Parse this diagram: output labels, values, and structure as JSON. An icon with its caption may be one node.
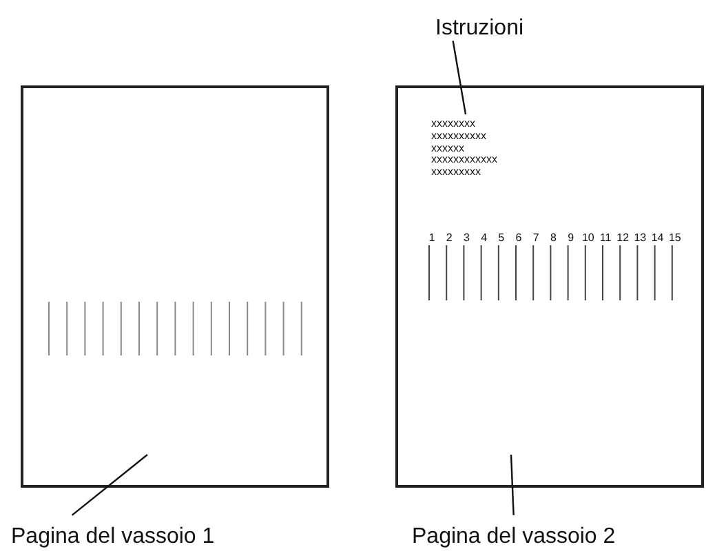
{
  "diagram": {
    "nodes": [
      {
        "text": [],
        "shape": "box"
      },
      {
        "text": [],
        "shape": "box"
      },
      {
        "text": [
          "Istruzioni"
        ]
      },
      {
        "text": [
          "xxxxxxxx xxxxxxxxxx xxxxxx xxxxxxxxxxxx xxxxxxxxx"
        ],
        "in": 1
      },
      {
        "text": [
          "Pagina del vassoio 1"
        ]
      },
      {
        "text": [
          "Pagina del vassoio 2"
        ]
      }
    ],
    "edges": [
      {
        "from": 2,
        "to": 3,
        "arrow": "none"
      },
      {
        "from": 4,
        "to": 0,
        "arrow": "none"
      },
      {
        "from": 5,
        "to": 1,
        "arrow": "none"
      }
    ],
    "labels": [
      "1",
      "2",
      "3",
      "4",
      "5",
      "6",
      "7",
      "8",
      "9",
      "10",
      "11",
      "12",
      "13",
      "14",
      "15"
    ]
  }
}
